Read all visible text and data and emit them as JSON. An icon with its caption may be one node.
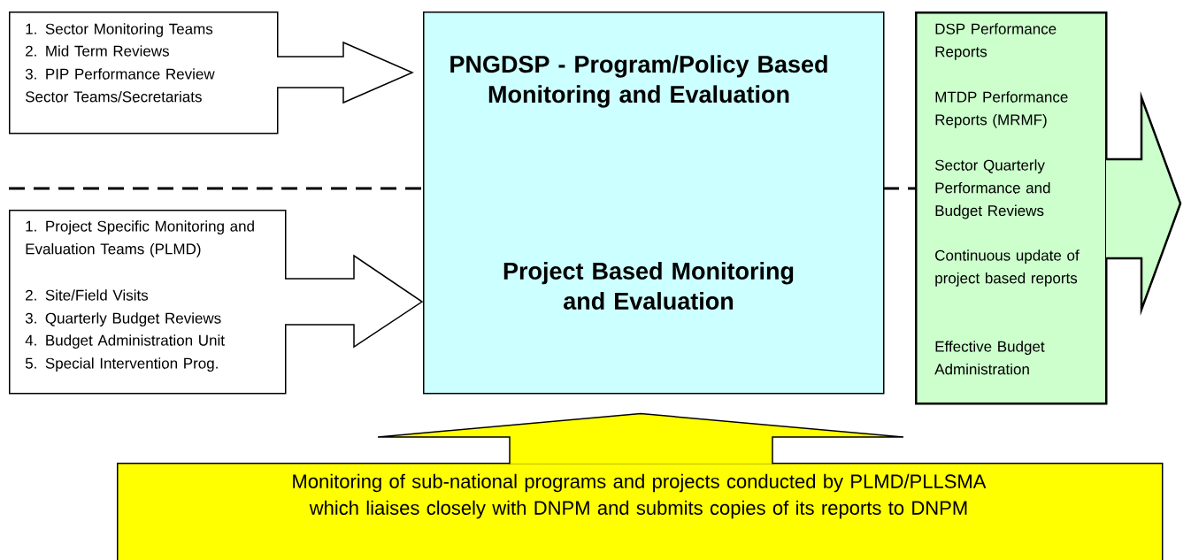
{
  "diagram": {
    "nodes": [
      {
        "text": [
          "1. Sector Monitoring Teams",
          "2. Mid Term Reviews",
          "3. PIP Performance Review Sector Teams/Secretariats"
        ]
      },
      {
        "text": [
          "PNGDSP - Program/Policy Based Monitoring and Evaluation",
          "Project Based Monitoring and Evaluation"
        ]
      },
      {
        "text": [
          "1. Project Specific Monitoring and Evaluation Teams (PLMD)",
          "2. Site/Field Visits",
          "3. Quarterly Budget Reviews",
          "4. Budget Administration Unit",
          "5. Special Intervention Prog."
        ]
      },
      {
        "text": [
          "DSP Performance Reports",
          "MTDP Performance Reports (MRMF)",
          "Sector Quarterly Performance and Budget Reviews",
          "Continuous update of project based reports",
          "Effective Budget Administration"
        ]
      },
      {
        "text": [
          "Monitoring of sub-national programs and projects conducted by PLMD/PLLSMA which liaises closely with DNPM and submits copies of its reports to DNPM"
        ]
      }
    ],
    "edges": [
      {
        "from": 0,
        "to": 1,
        "arrow": "to"
      },
      {
        "from": 2,
        "to": 1,
        "arrow": "to"
      },
      {
        "from": 4,
        "to": 1,
        "arrow": "to"
      }
    ]
  }
}
